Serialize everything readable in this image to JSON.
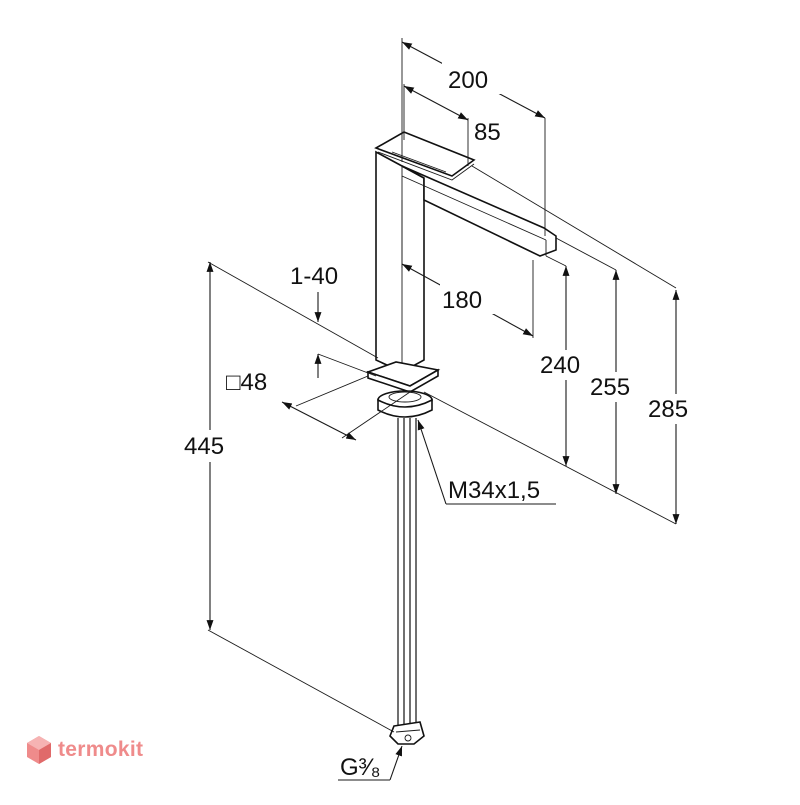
{
  "labels": {
    "d200": "200",
    "d85": "85",
    "d180": "180",
    "d140": "1-40",
    "d48": "□48",
    "d445": "445",
    "d240": "240",
    "d255": "255",
    "d285": "285",
    "thread": "M34x1,5",
    "connection": "G³⁄₈"
  },
  "watermark": {
    "text": "termokit"
  },
  "colors": {
    "line": "#1a1a1a",
    "watermark": "#ef8b8b",
    "watermark_mark": "#e06a6a"
  }
}
